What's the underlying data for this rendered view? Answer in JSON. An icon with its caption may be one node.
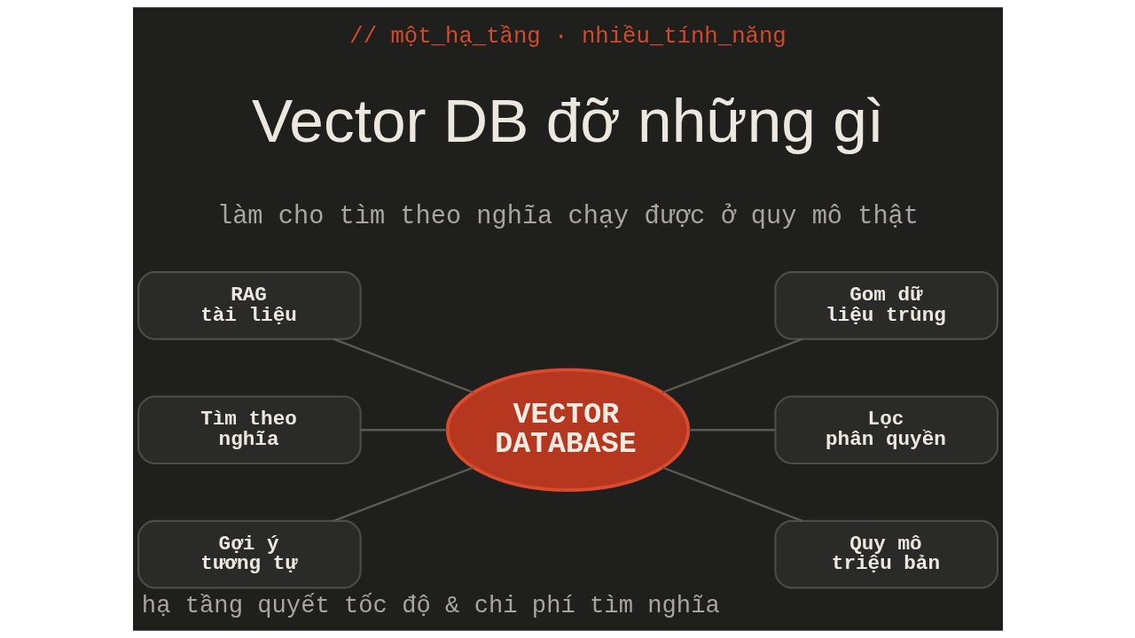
{
  "diagram": {
    "title": "Vector DB đỡ những gì",
    "caption": "hạ tầng quyết tốc độ & chi phí tìm nghĩa",
    "nodes": [
      {
        "text": [
          "RAG tài liệu"
        ]
      },
      {
        "text": [
          "Gom dữ liệu trùng"
        ]
      },
      {
        "text": [
          "Tìm theo nghĩa"
        ]
      },
      {
        "text": [
          "VECTOR DATABASE"
        ]
      },
      {
        "text": [
          "Lọc phân quyền"
        ]
      },
      {
        "text": [
          "Gợi ý tương tự"
        ]
      },
      {
        "text": [
          "Quy mô triệu bản"
        ]
      }
    ],
    "edges": [
      {
        "from": 0,
        "to": 3,
        "arrow": "none"
      },
      {
        "from": 3,
        "to": 1,
        "arrow": "none"
      },
      {
        "from": 2,
        "to": 3,
        "arrow": "none"
      },
      {
        "from": 3,
        "to": 4,
        "arrow": "none"
      },
      {
        "from": 5,
        "to": 3,
        "arrow": "none"
      },
      {
        "from": 3,
        "to": 6,
        "arrow": "none"
      }
    ],
    "labels": [
      "// một_hạ_tầng · nhiều_tính_năng",
      "làm cho tìm theo nghĩa chạy được ở quy mô thật"
    ]
  }
}
